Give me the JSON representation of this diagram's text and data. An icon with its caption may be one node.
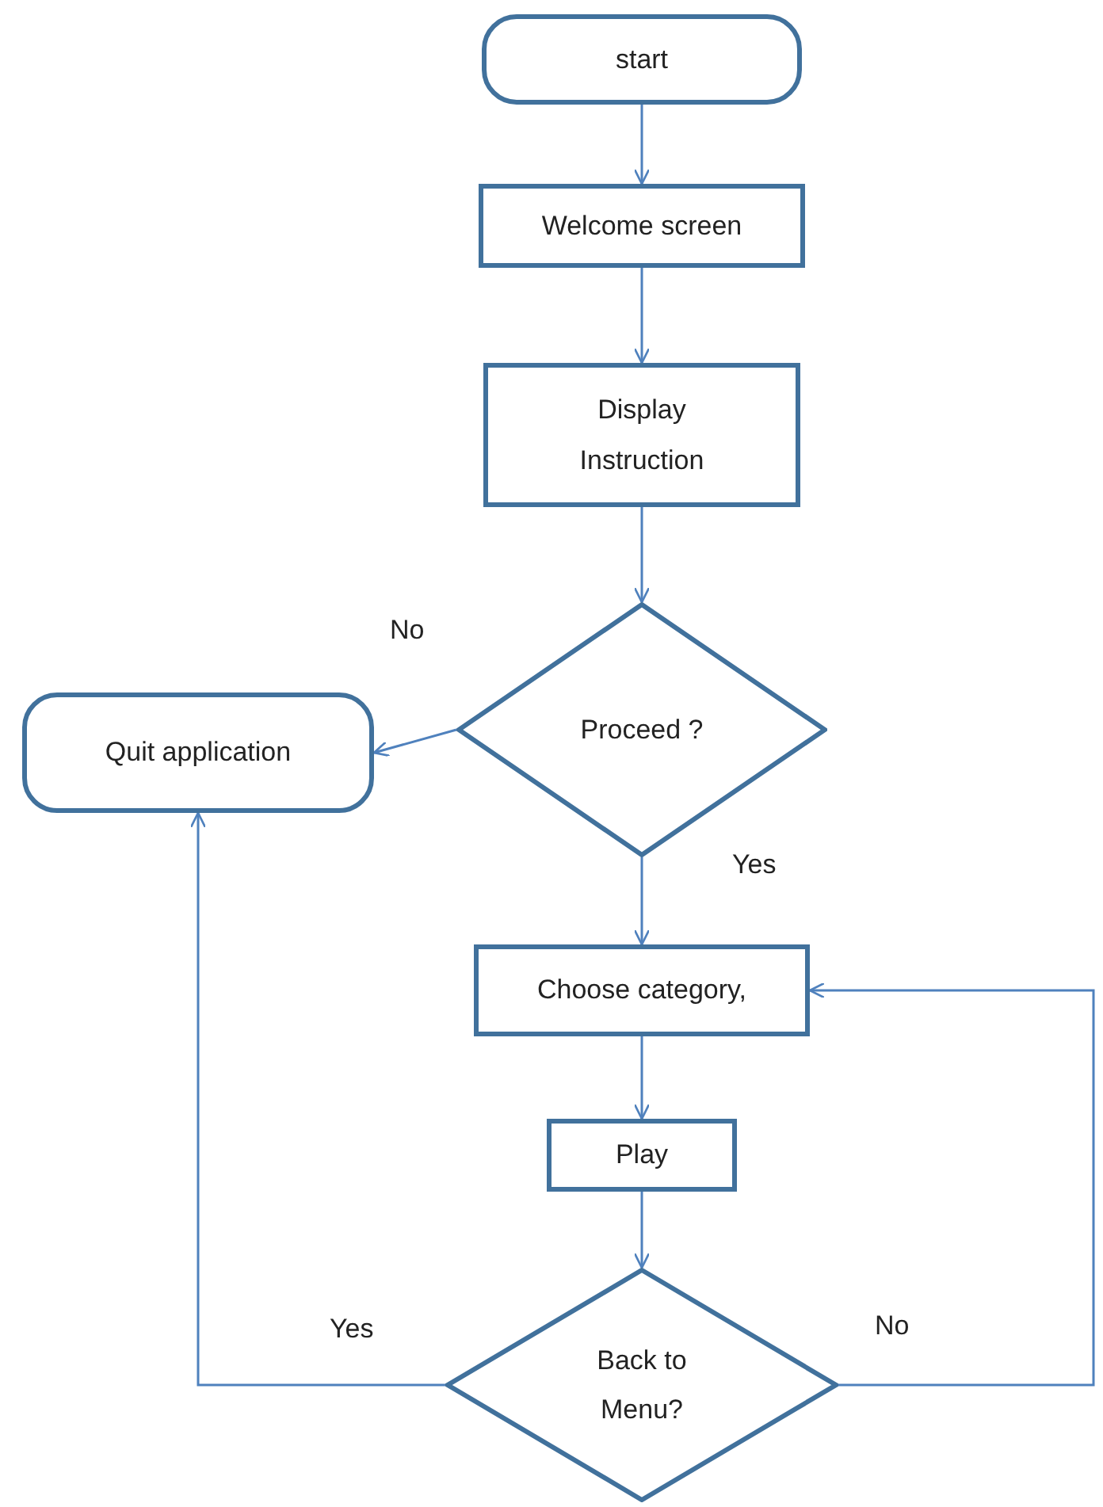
{
  "diagram": {
    "nodes": [
      {
        "text": [
          "start"
        ]
      },
      {
        "text": [
          "Welcome screen"
        ]
      },
      {
        "text": [
          "Display Instruction"
        ]
      },
      {
        "text": [
          "Proceed ?"
        ]
      },
      {
        "text": [
          "Quit application"
        ]
      },
      {
        "text": [
          "Choose category,"
        ]
      },
      {
        "text": [
          "Play"
        ]
      },
      {
        "text": [
          "Back to Menu?"
        ]
      }
    ],
    "edges": [
      {
        "from": 0,
        "to": 1,
        "arrow": "to"
      },
      {
        "from": 1,
        "to": 2,
        "arrow": "to"
      },
      {
        "from": 2,
        "to": 3,
        "arrow": "to"
      },
      {
        "from": 3,
        "to": 4,
        "arrow": "to",
        "label": "No"
      },
      {
        "from": 3,
        "to": 5,
        "arrow": "to",
        "label": "Yes"
      },
      {
        "from": 5,
        "to": 6,
        "arrow": "to"
      },
      {
        "from": 6,
        "to": 7,
        "arrow": "to"
      },
      {
        "from": 7,
        "to": 4,
        "arrow": "to",
        "label": "Yes"
      },
      {
        "from": 7,
        "to": 5,
        "arrow": "to",
        "label": "No"
      }
    ]
  }
}
